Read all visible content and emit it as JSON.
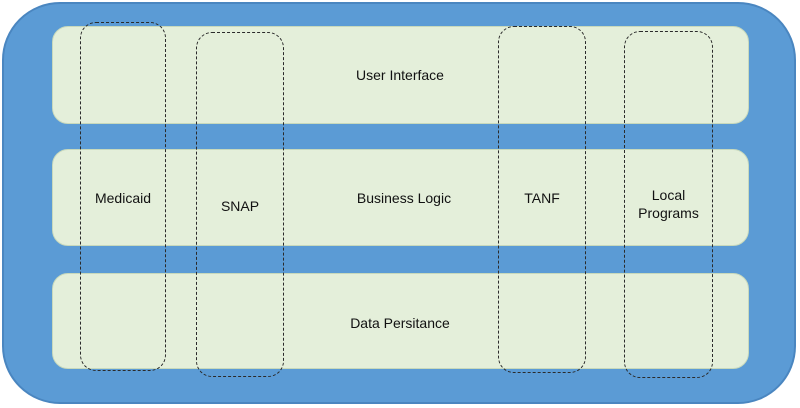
{
  "layers": {
    "user_interface": "User Interface",
    "business_logic": "Business Logic",
    "data_persistance": "Data Persitance"
  },
  "programs": {
    "medicaid": "Medicaid",
    "snap": "SNAP",
    "tanf": "TANF",
    "local_line1": "Local",
    "local_line2": "Programs"
  },
  "colors": {
    "outer_fill": "#5b9bd5",
    "layer_fill": "#e4efda",
    "dashed_border": "#2a2a2a"
  }
}
